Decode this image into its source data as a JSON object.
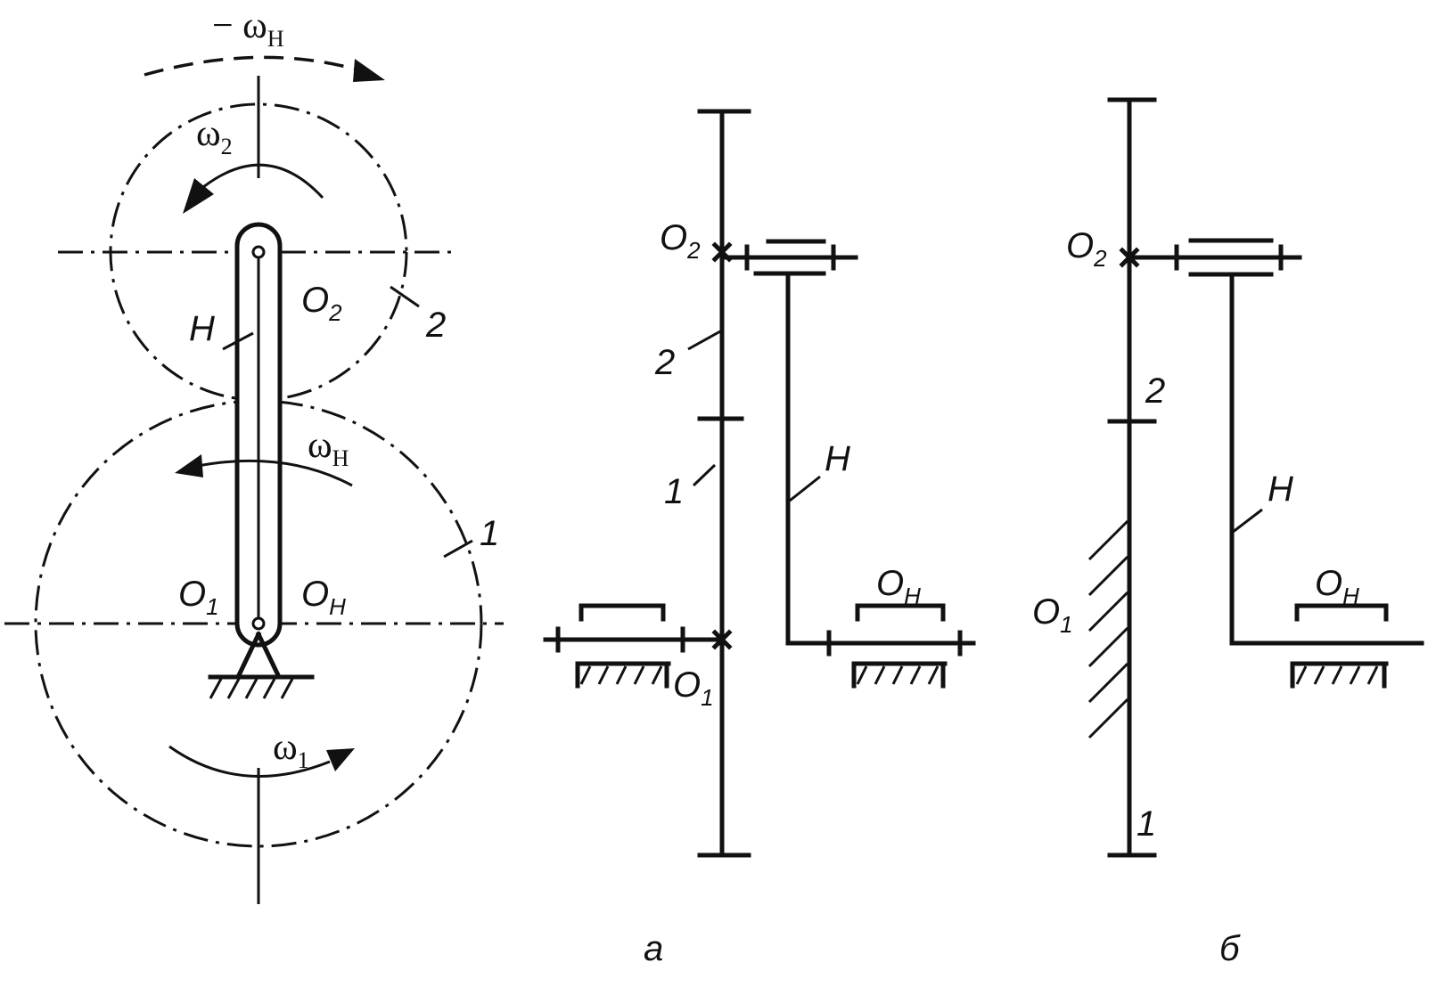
{
  "labels": {
    "omega_h_top": "− ω",
    "omega_h_top_sub": "H",
    "omega_2": "ω",
    "omega_2_sub": "2",
    "omega_h_mid": "ω",
    "omega_h_mid_sub": "H",
    "omega_1": "ω",
    "omega_1_sub": "1",
    "o2_left": "O",
    "o2_left_sub": "2",
    "h_left": "H",
    "gear2_left": "2",
    "gear1_left": "1",
    "o1_left": "O",
    "o1_left_sub": "1",
    "oh_left": "O",
    "oh_left_sub": "H",
    "a_o2": "O",
    "a_o2_sub": "2",
    "a_gear2": "2",
    "a_gear1": "1",
    "a_h": "H",
    "a_oh": "O",
    "a_oh_sub": "H",
    "a_o1": "O",
    "a_o1_sub": "1",
    "b_o2": "O",
    "b_o2_sub": "2",
    "b_gear2": "2",
    "b_h": "H",
    "b_oh": "O",
    "b_oh_sub": "H",
    "b_o1": "O",
    "b_o1_sub": "1",
    "b_gear1": "1",
    "caption_a": "а",
    "caption_b": "б"
  }
}
